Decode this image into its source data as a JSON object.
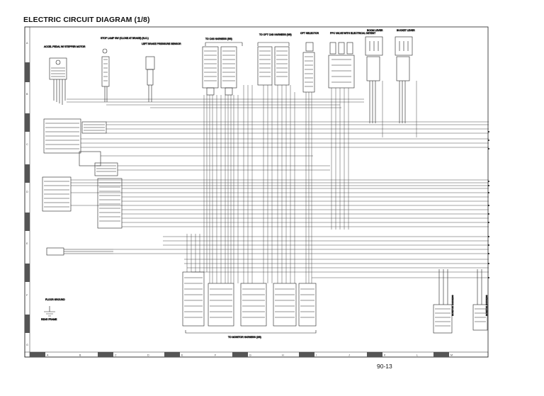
{
  "title": "ELECTRIC CIRCUIT DIAGRAM (1/8)",
  "page_number": "90-13",
  "components": {
    "accel_pedal": "ACCEL PEDAL W/ STEPPER MOTOR",
    "stop_lamp": "STOP LAMP SW (CLOSE AT BRAKE) (N.O.)",
    "brake_sensor": "LEFT BRAKE PRESSURE SENSOR",
    "cab_harness": "TO CAB HARNESS (5/8)",
    "opt_cab_harness": "TO OPT CAB HARNESS (6/8)",
    "opt_selector": "OPT SELECTOR",
    "ppc_valve": "PPC VALVE WITH ELECTRICAL DETENT",
    "boom_lever": "BOOM LEVER",
    "bucket_lever": "BUCKET LEVER",
    "floor_ground": "FLOOR GROUND",
    "rear_frame": "REAR FRAME",
    "monitor_harness": "TO MONITOR HARNESS (2/8)",
    "monitor_right": "MONITOR HARNESS",
    "monitor_right2": "MONITOR HARNESS"
  },
  "grid": {
    "columns": [
      "A",
      "B",
      "C",
      "D",
      "E",
      "F",
      "G",
      "H",
      "I",
      "J",
      "K",
      "L",
      "M"
    ],
    "rows": [
      "A",
      "B",
      "C",
      "D",
      "E",
      "F",
      "G"
    ]
  }
}
